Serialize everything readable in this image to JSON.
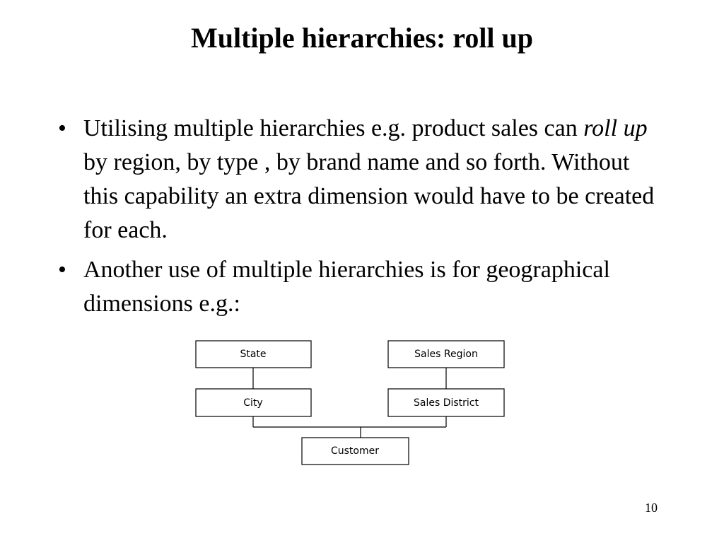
{
  "slide": {
    "title": "Multiple hierarchies: roll up",
    "bullets": [
      {
        "before": "Utilising multiple hierarchies e.g.  product sales can ",
        "emphasis": "roll up",
        "after": " by region, by type , by brand name and so forth. Without this capability an extra dimension would have to be created for each."
      },
      {
        "text": "Another use of multiple hierarchies is for geographical dimensions e.g.:"
      }
    ],
    "bullet_symbol": "•",
    "page_number": "10"
  },
  "diagram": {
    "boxes": {
      "state": "State",
      "city": "City",
      "sales_region": "Sales Region",
      "sales_district": "Sales District",
      "customer": "Customer"
    }
  }
}
